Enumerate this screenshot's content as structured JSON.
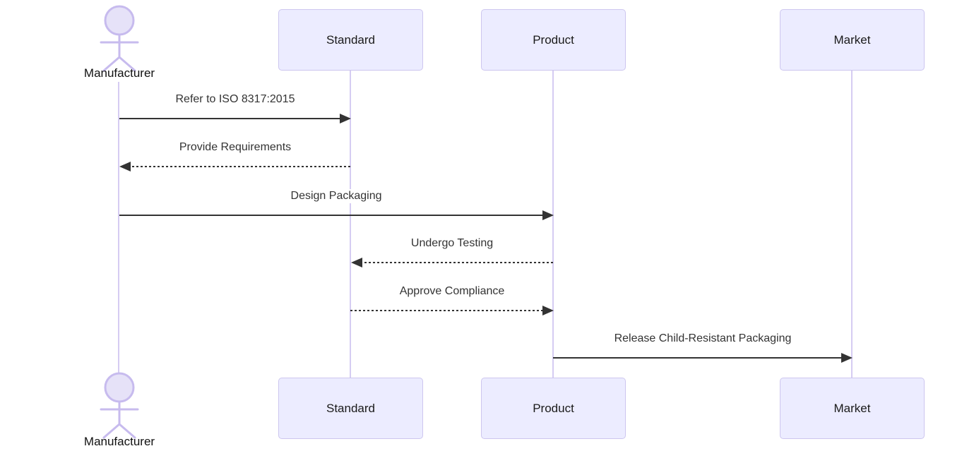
{
  "diagram": {
    "type": "sequence-diagram",
    "participants": [
      {
        "name": "Manufacturer",
        "kind": "actor"
      },
      {
        "name": "Standard",
        "kind": "box"
      },
      {
        "name": "Product",
        "kind": "box"
      },
      {
        "name": "Market",
        "kind": "box"
      }
    ],
    "messages": [
      {
        "from": "Manufacturer",
        "to": "Standard",
        "label": "Refer to ISO 8317:2015",
        "line": "solid"
      },
      {
        "from": "Standard",
        "to": "Manufacturer",
        "label": "Provide Requirements",
        "line": "dashed"
      },
      {
        "from": "Manufacturer",
        "to": "Product",
        "label": "Design Packaging",
        "line": "solid"
      },
      {
        "from": "Product",
        "to": "Standard",
        "label": "Undergo Testing",
        "line": "dashed"
      },
      {
        "from": "Standard",
        "to": "Product",
        "label": "Approve Compliance",
        "line": "dashed"
      },
      {
        "from": "Product",
        "to": "Market",
        "label": "Release Child-Resistant Packaging",
        "line": "solid"
      }
    ]
  },
  "colors": {
    "background": "#ffffff",
    "participant_fill": "#ececff",
    "participant_border": "#cdc6ef",
    "actor_stroke": "#c7bbee",
    "actor_head_fill": "#e6e2f8",
    "lifeline": "#d5ccf2",
    "message": "#333333"
  }
}
